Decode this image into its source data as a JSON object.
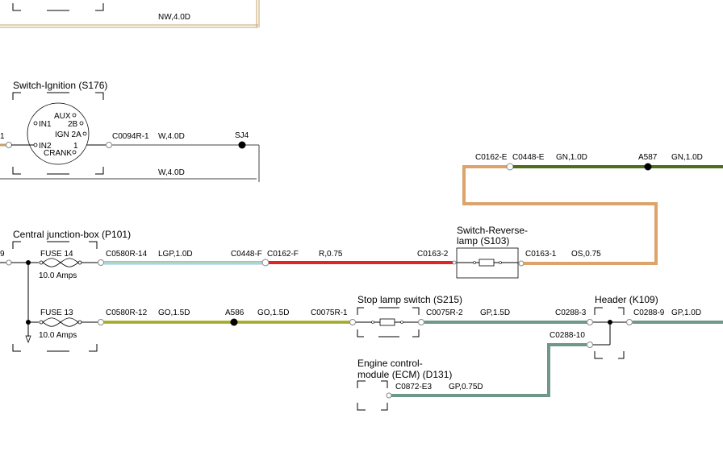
{
  "components": {
    "ignition_switch": {
      "title": "Switch-Ignition (S176)",
      "pins": [
        "AUX",
        "2B",
        "IN1",
        "IGN 2A",
        "IN2",
        "1",
        "CRANK"
      ]
    },
    "central_junction_box": {
      "title": "Central junction-box (P101)",
      "fuse14": {
        "name": "FUSE 14",
        "rating": "10.0 Amps"
      },
      "fuse13": {
        "name": "FUSE 13",
        "rating": "10.0 Amps"
      }
    },
    "reverse_lamp_switch": {
      "title_line1": "Switch-Reverse-",
      "title_line2": "lamp (S103)"
    },
    "stop_lamp_switch": {
      "title": "Stop lamp switch (S215)"
    },
    "header": {
      "title": "Header (K109)"
    },
    "ecm": {
      "title_line1": "Engine control-",
      "title_line2": "module (ECM) (D131)"
    }
  },
  "labels": {
    "top_wire": "NW,4.0D",
    "c0094r1": "C0094R-1",
    "w40d_a": "W,4.0D",
    "sj4": "SJ4",
    "w40d_b": "W,4.0D",
    "left_1": "1",
    "left_9": "9",
    "c0162e": "C0162-E",
    "c0448e": "C0448-E",
    "gn10d_a": "GN,1.0D",
    "a587": "A587",
    "gn10d_b": "GN,1.0D",
    "c0580r14": "C0580R-14",
    "lgp10d": "LGP,1.0D",
    "c0448f": "C0448-F",
    "c0162f": "C0162-F",
    "r075": "R,0.75",
    "c01632": "C0163-2",
    "c01631": "C0163-1",
    "os075": "OS,0.75",
    "c0580r12": "C0580R-12",
    "go15d_a": "GO,1.5D",
    "a586": "A586",
    "go15d_b": "GO,1.5D",
    "c0075r1": "C0075R-1",
    "c0075r2": "C0075R-2",
    "gp15d": "GP,1.5D",
    "c02883": "C0288-3",
    "c02889": "C0288-9",
    "gp10d": "GP,1.0D",
    "c028810": "C0288-10",
    "c0872e3": "C0872-E3",
    "gp075d": "GP,0.75D"
  },
  "wire_colors": {
    "white": "#ffffff",
    "white_outline": "#777777",
    "tan": "#dca36a",
    "green_dark": "#4b6f1a",
    "green_light": "#8fd1a3",
    "blue_light": "#9fc3e4",
    "red": "#e32222",
    "gold": "#b5b838",
    "gray_green": "#6f9888",
    "box_brown": "#c4a06a"
  }
}
